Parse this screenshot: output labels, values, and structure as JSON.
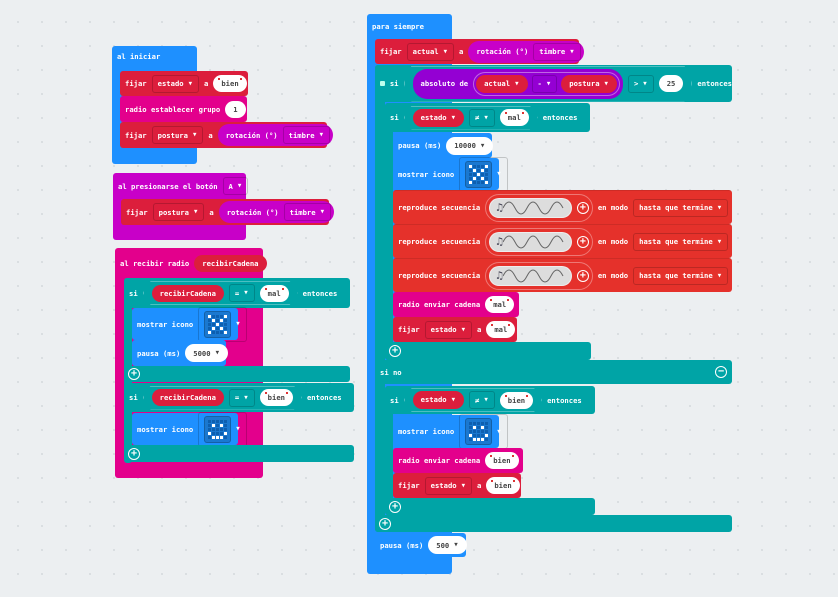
{
  "on_start": {
    "label": "al iniciar",
    "set1": {
      "kw": "fijar",
      "var": "estado",
      "to": "a",
      "value": "bien"
    },
    "radio": {
      "label": "radio establecer grupo",
      "value": "1"
    },
    "set2": {
      "kw": "fijar",
      "var": "postura",
      "to": "a",
      "reporter": "rotación (°)",
      "axis": "timbre"
    }
  },
  "on_button": {
    "label": "al presionarse el botón",
    "button": "A",
    "set": {
      "kw": "fijar",
      "var": "postura",
      "to": "a",
      "reporter": "rotación (°)",
      "axis": "timbre"
    }
  },
  "on_radio": {
    "label": "al recibir radio",
    "param": "recibirCadena",
    "if1": {
      "kw": "si",
      "var": "recibirCadena",
      "op": "=",
      "value": "mal",
      "then": "entonces",
      "show_icon": "mostrar icono",
      "pause_label": "pausa (ms)",
      "pause": "5000"
    },
    "if2": {
      "kw": "si",
      "var": "recibirCadena",
      "op": "=",
      "value": "bien",
      "then": "entonces",
      "show_icon": "mostrar icono"
    }
  },
  "forever": {
    "label": "para siempre",
    "set": {
      "kw": "fijar",
      "var": "actual",
      "to": "a",
      "reporter": "rotación (°)",
      "axis": "timbre"
    },
    "if": {
      "kw": "si",
      "abs": "absoluto de",
      "a": "actual",
      "op": "-",
      "b": "postura",
      "cmp": ">",
      "value": "25",
      "then": "entonces"
    },
    "inner1": {
      "kw": "si",
      "var": "estado",
      "op": "≠",
      "value": "mal",
      "then": "entonces",
      "pause_label": "pausa (ms)",
      "pause": "10000",
      "show_icon": "mostrar icono",
      "play": [
        {
          "label": "reproduce secuencia",
          "mode_label": "en modo",
          "mode": "hasta que termine"
        },
        {
          "label": "reproduce secuencia",
          "mode_label": "en modo",
          "mode": "hasta que termine"
        },
        {
          "label": "reproduce secuencia",
          "mode_label": "en modo",
          "mode": "hasta que termine"
        }
      ],
      "send_label": "radio enviar cadena",
      "send": "mal",
      "set_kw": "fijar",
      "set_var": "estado",
      "set_to": "a",
      "set_value": "mal"
    },
    "else": "si no",
    "inner2": {
      "kw": "si",
      "var": "estado",
      "op": "≠",
      "value": "bien",
      "then": "entonces",
      "show_icon": "mostrar icono",
      "send_label": "radio enviar cadena",
      "send": "bien",
      "set_kw": "fijar",
      "set_var": "estado",
      "set_to": "a",
      "set_value": "bien"
    },
    "pause_label": "pausa (ms)",
    "pause": "500"
  },
  "colors": {
    "basic": "#1e90ff",
    "variables": "#dc1e3c",
    "radio": "#e3008c",
    "input": "#c800c8",
    "logic": "#00a4a6",
    "music": "#e5312b",
    "math": "#9400d3"
  }
}
